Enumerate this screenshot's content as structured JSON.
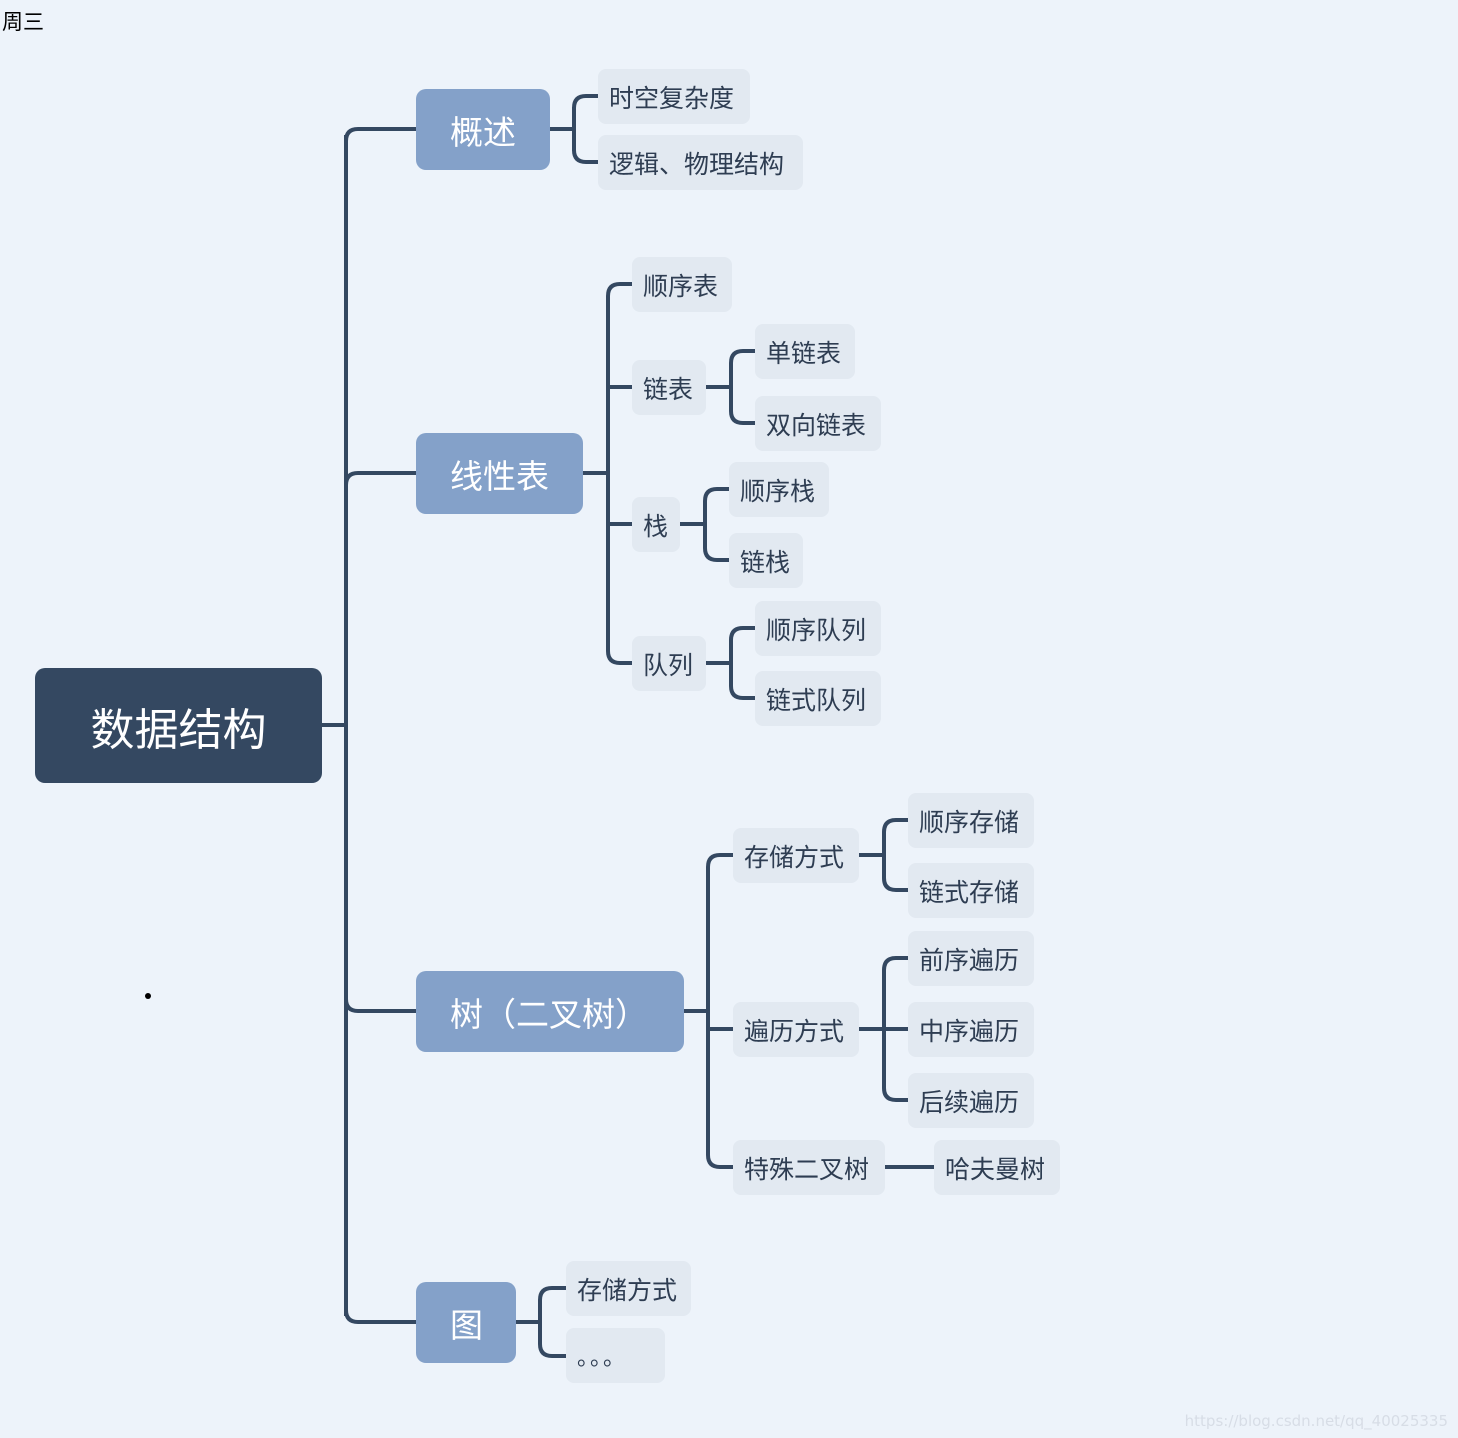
{
  "header": {
    "day_label": "周三"
  },
  "mindmap": {
    "root": "数据结构",
    "overview": {
      "label": "概述",
      "children": [
        "时空复杂度",
        "逻辑、物理结构"
      ]
    },
    "linear": {
      "label": "线性表",
      "sequential_list": "顺序表",
      "linked_list": {
        "label": "链表",
        "children": [
          "单链表",
          "双向链表"
        ]
      },
      "stack": {
        "label": "栈",
        "children": [
          "顺序栈",
          "链栈"
        ]
      },
      "queue": {
        "label": "队列",
        "children": [
          "顺序队列",
          "链式队列"
        ]
      }
    },
    "tree": {
      "label": "树（二叉树）",
      "storage": {
        "label": "存储方式",
        "children": [
          "顺序存储",
          "链式存储"
        ]
      },
      "traversal": {
        "label": "遍历方式",
        "children": [
          "前序遍历",
          "中序遍历",
          "后续遍历"
        ]
      },
      "special": {
        "label": "特殊二叉树",
        "children": [
          "哈夫曼树"
        ]
      }
    },
    "graph": {
      "label": "图",
      "children": [
        "存储方式",
        "。。。"
      ]
    }
  },
  "watermark": "https://blog.csdn.net/qq_40025335",
  "colors": {
    "background": "#edf3fa",
    "root_fill": "#344861",
    "main_fill": "#84a1c9",
    "leaf_fill": "#e2e9f1",
    "connector": "#344861"
  }
}
